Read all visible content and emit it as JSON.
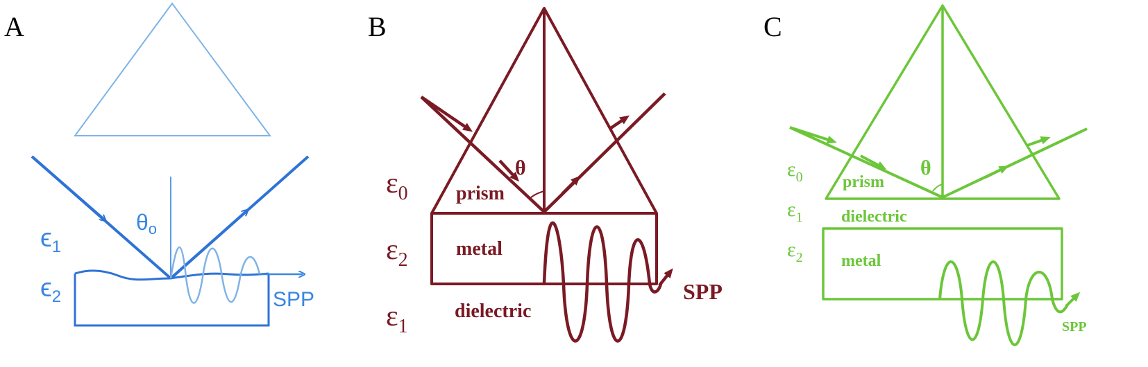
{
  "colors": {
    "panel_a_light": "#7fb3e6",
    "panel_a": "#2e73d6",
    "panel_b": "#7a1a24",
    "panel_c": "#6cc63a"
  },
  "panel_a": {
    "letter": "A",
    "eps1": "ϵ",
    "eps1_sub": "1",
    "eps2": "ϵ",
    "eps2_sub": "2",
    "theta": "θ",
    "theta_sub": "o",
    "spp": "SPP"
  },
  "panel_b": {
    "letter": "B",
    "eps0": "ε",
    "eps0_sub": "0",
    "eps2": "ε",
    "eps2_sub": "2",
    "eps1": "ε",
    "eps1_sub": "1",
    "theta": "θ",
    "prism": "prism",
    "metal": "metal",
    "dielectric": "dielectric",
    "spp": "SPP"
  },
  "panel_c": {
    "letter": "C",
    "eps0": "ε",
    "eps0_sub": "0",
    "eps1": "ε",
    "eps1_sub": "1",
    "eps2": "ε",
    "eps2_sub": "2",
    "theta": "θ",
    "prism": "prism",
    "dielectric": "dielectric",
    "metal": "metal",
    "spp": "SPP"
  }
}
